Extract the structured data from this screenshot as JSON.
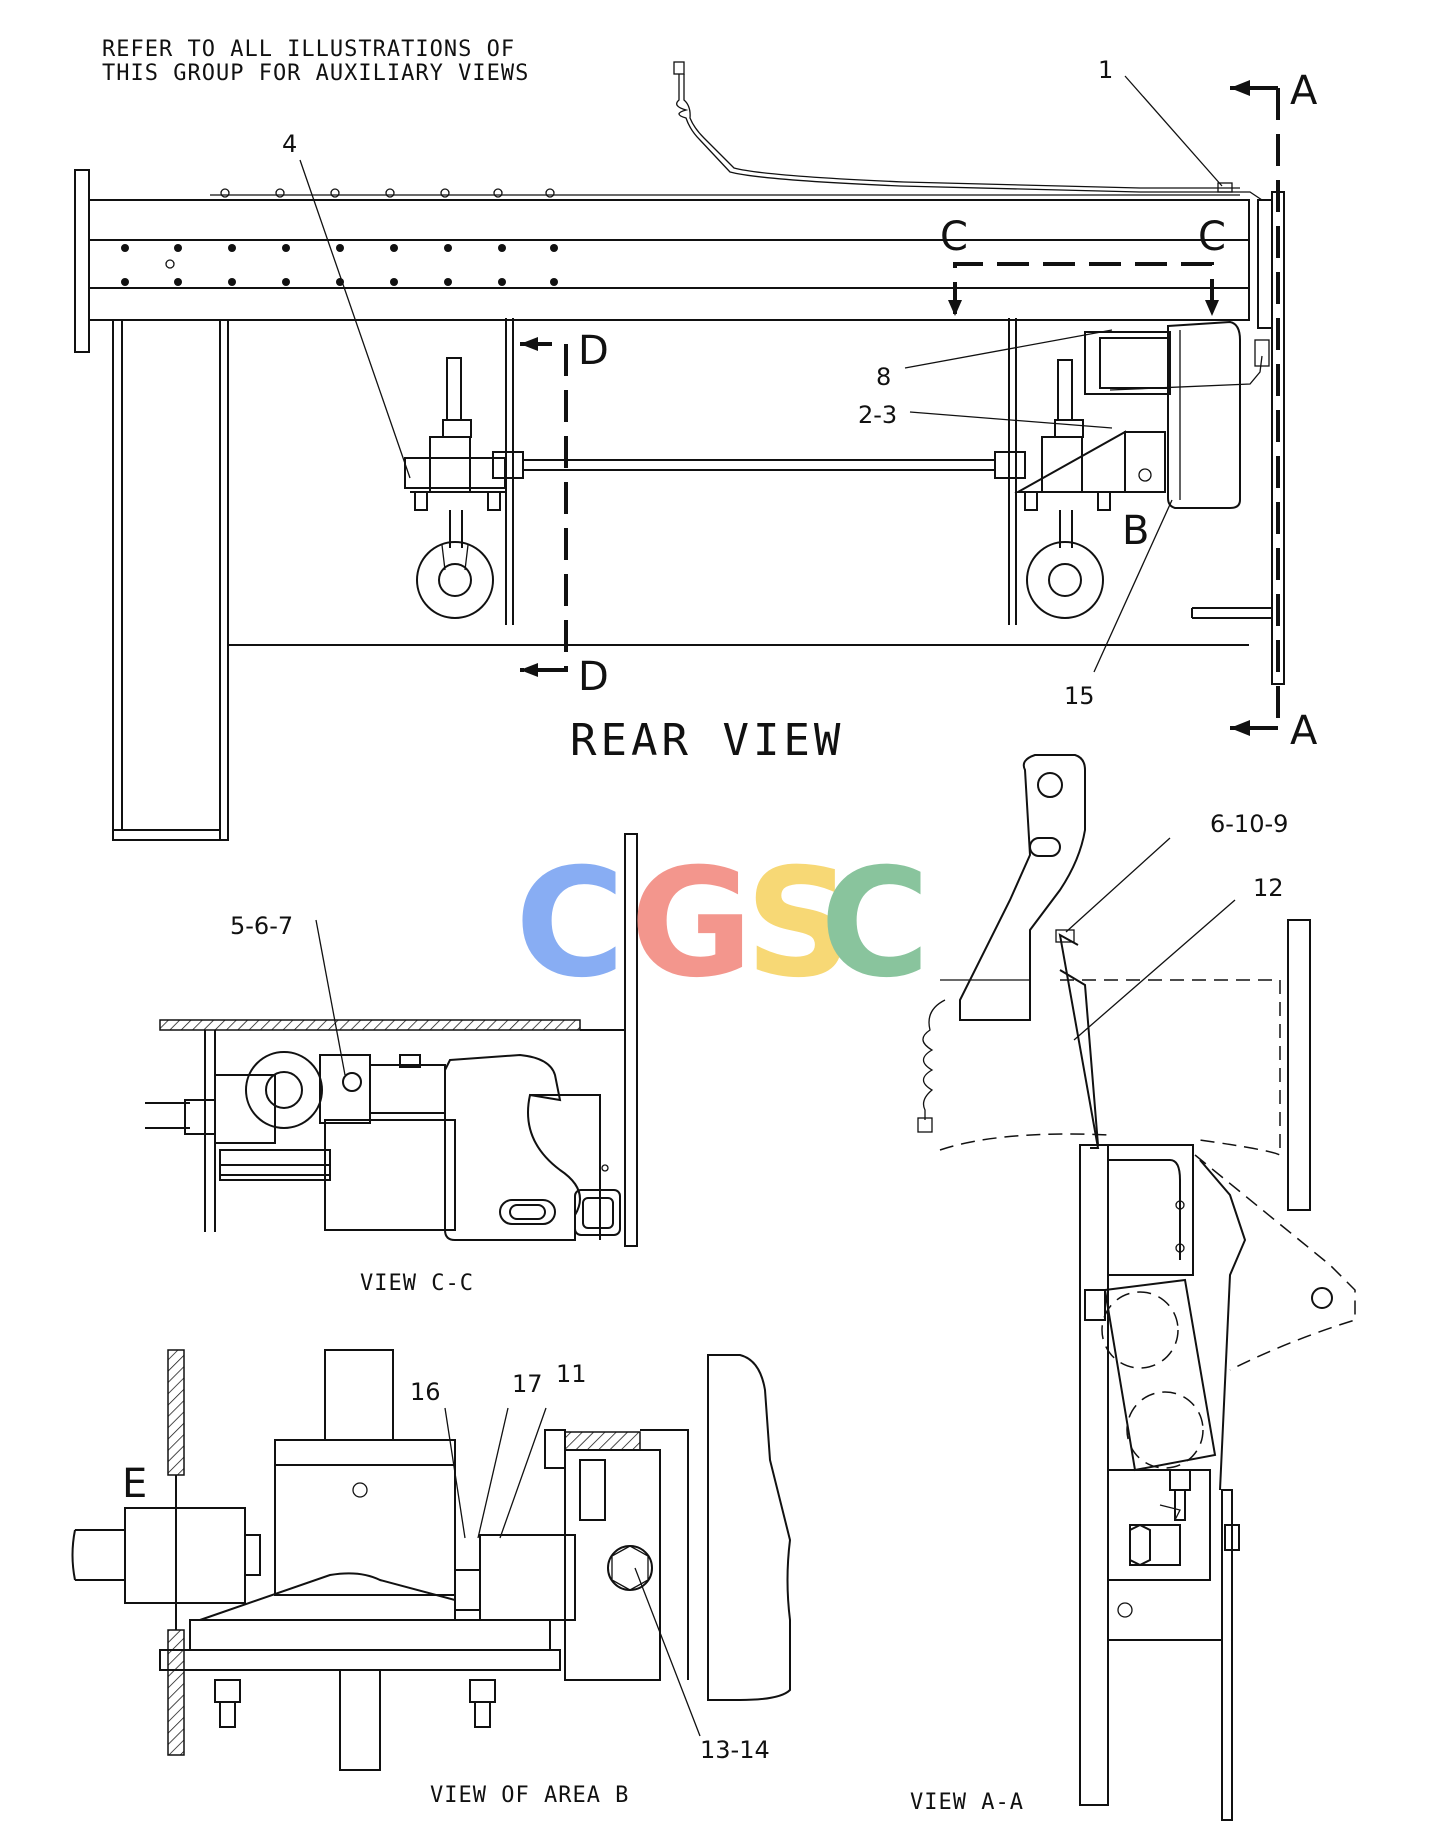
{
  "note": {
    "line1": "REFER TO ALL ILLUSTRATIONS OF",
    "line2": "THIS GROUP FOR AUXILIARY VIEWS"
  },
  "views": {
    "rear": "REAR VIEW",
    "cc": "VIEW C-C",
    "area_b": "VIEW OF AREA B",
    "aa": "VIEW A-A"
  },
  "section_markers": {
    "a": "A",
    "c": "C",
    "d": "D",
    "b": "B",
    "e": "E"
  },
  "callouts": {
    "c1": "1",
    "c4": "4",
    "c8": "8",
    "c23": "2-3",
    "c15": "15",
    "c567": "5-6-7",
    "c6109": "6-10-9",
    "c12": "12",
    "c16": "16",
    "c17": "17",
    "c11": "11",
    "c1314": "13-14"
  },
  "watermark": {
    "letters": [
      "C",
      "G",
      "S",
      "C"
    ],
    "colors": [
      "#7ea7f2",
      "#f28e84",
      "#f7d56a",
      "#7fbf95"
    ]
  }
}
